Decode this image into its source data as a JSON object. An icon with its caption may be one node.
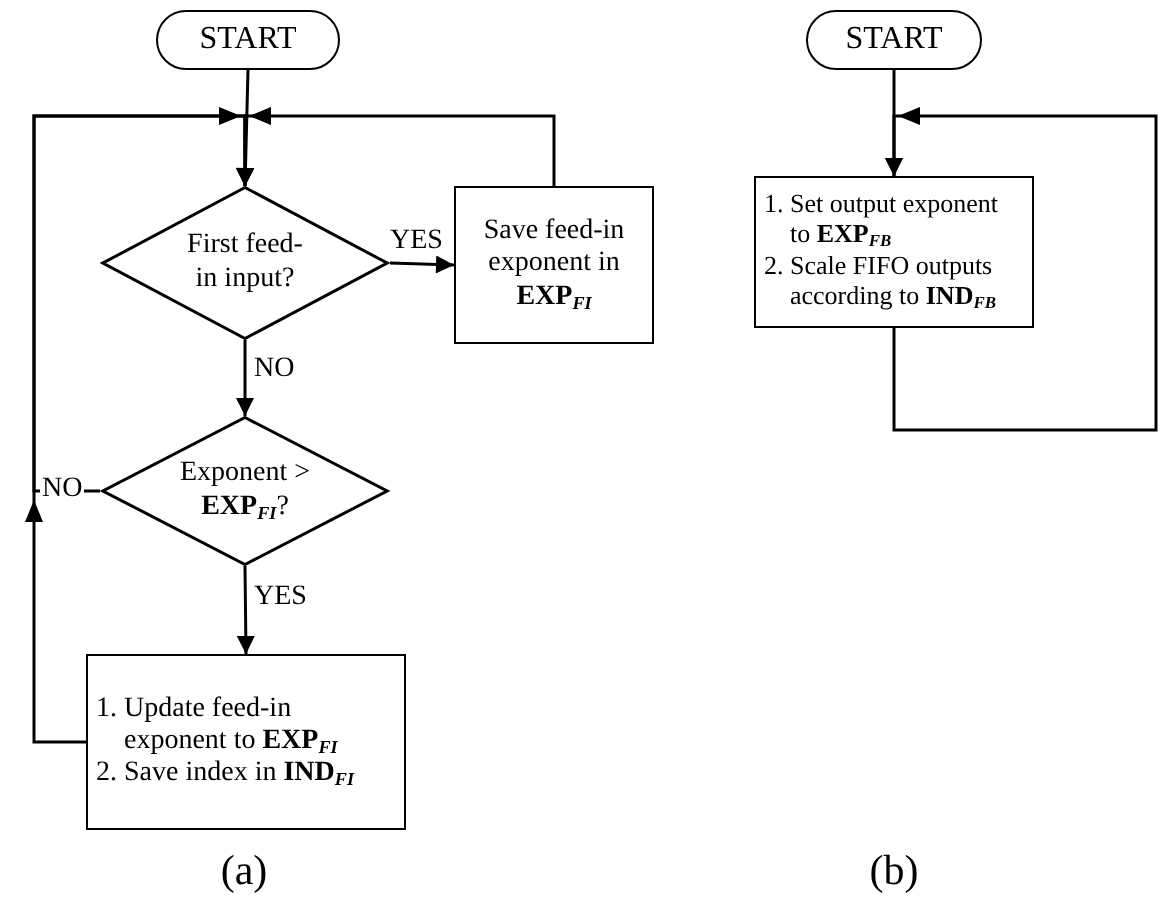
{
  "diagram": {
    "nodes": [
      {
        "text": [
          "START"
        ]
      },
      {
        "text": [
          "First feed-in input?"
        ]
      },
      {
        "text": [
          "Save feed-in exponent in **EXP**$_{FI}$"
        ]
      },
      {
        "text": [
          "Exponent > **EXP**$_{FI}$?"
        ]
      },
      {
        "text": [
          "1. Update feed-in exponent to **EXP**$_{FI}$",
          "2. Save index in **IND**$_{FI}$"
        ]
      },
      {
        "text": [
          "START"
        ]
      },
      {
        "text": [
          "1. Set output exponent to **EXP**$_{FB}$",
          "2. Scale FIFO outputs according to **IND**$_{FB}$"
        ]
      }
    ],
    "edges": [
      {
        "from": 0,
        "to": 1,
        "arrow": "to"
      },
      {
        "from": 1,
        "to": 2,
        "arrow": "to",
        "label": "YES"
      },
      {
        "from": 2,
        "to": 1,
        "arrow": "to"
      },
      {
        "from": 1,
        "to": 3,
        "arrow": "to",
        "label": "NO"
      },
      {
        "from": 3,
        "to": 1,
        "arrow": "to",
        "label": "NO"
      },
      {
        "from": 3,
        "to": 4,
        "arrow": "to",
        "label": "YES"
      },
      {
        "from": 4,
        "to": 1,
        "arrow": "to"
      },
      {
        "from": 5,
        "to": 6,
        "arrow": "to"
      },
      {
        "from": 6,
        "to": 6,
        "arrow": "to"
      }
    ],
    "labels": [
      "(a)",
      "(b)"
    ]
  }
}
